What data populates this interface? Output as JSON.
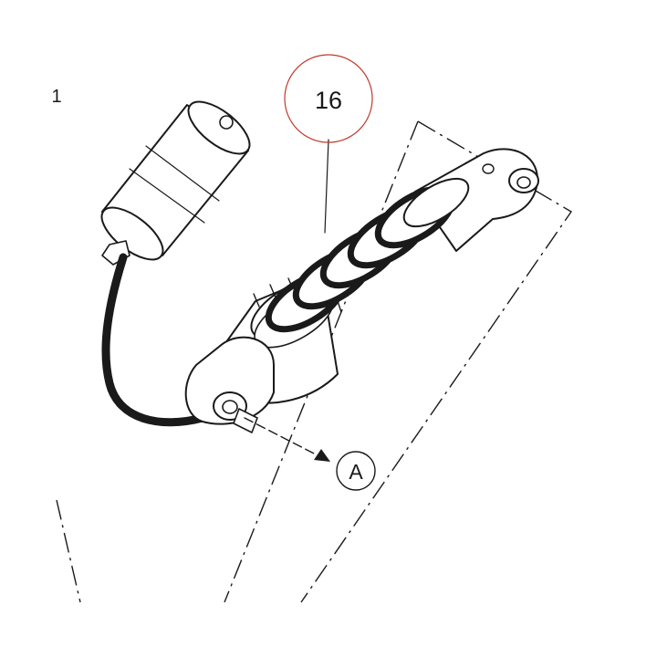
{
  "diagram": {
    "part_number": "16",
    "reference_letter": "A",
    "margin_mark": "1",
    "colors": {
      "line": "#1a1a1a",
      "callout_circle": "#c0392b",
      "background": "#ffffff"
    }
  }
}
